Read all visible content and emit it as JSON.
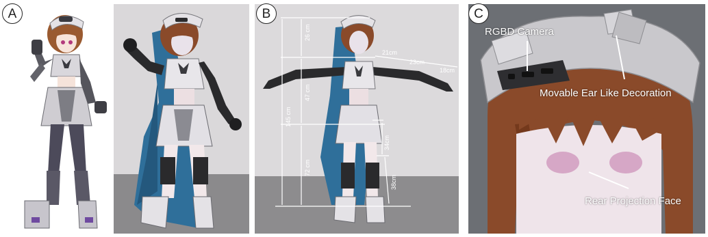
{
  "panels": {
    "a": {
      "letter": "A"
    },
    "b": {
      "letter": "B",
      "measurements": {
        "head": "26 cm",
        "torso": "47 cm",
        "total": "145 cm",
        "legs": "72 cm",
        "upper_arm": "21cm",
        "forearm": "23cm",
        "hand": "18cm",
        "thigh": "34cm",
        "shin": "38cm"
      }
    },
    "c": {
      "letter": "C",
      "labels": {
        "camera": "RGBD Camera",
        "ear": "Movable Ear Like Decoration",
        "face": "Rear Projection Face"
      }
    }
  },
  "colors": {
    "robot_white": "#e8e6ea",
    "robot_gray": "#6d6e72",
    "robot_black": "#2a2a2c",
    "hair_brown": "#8a4a2a",
    "cloth_blue": "#2f6f9a"
  }
}
